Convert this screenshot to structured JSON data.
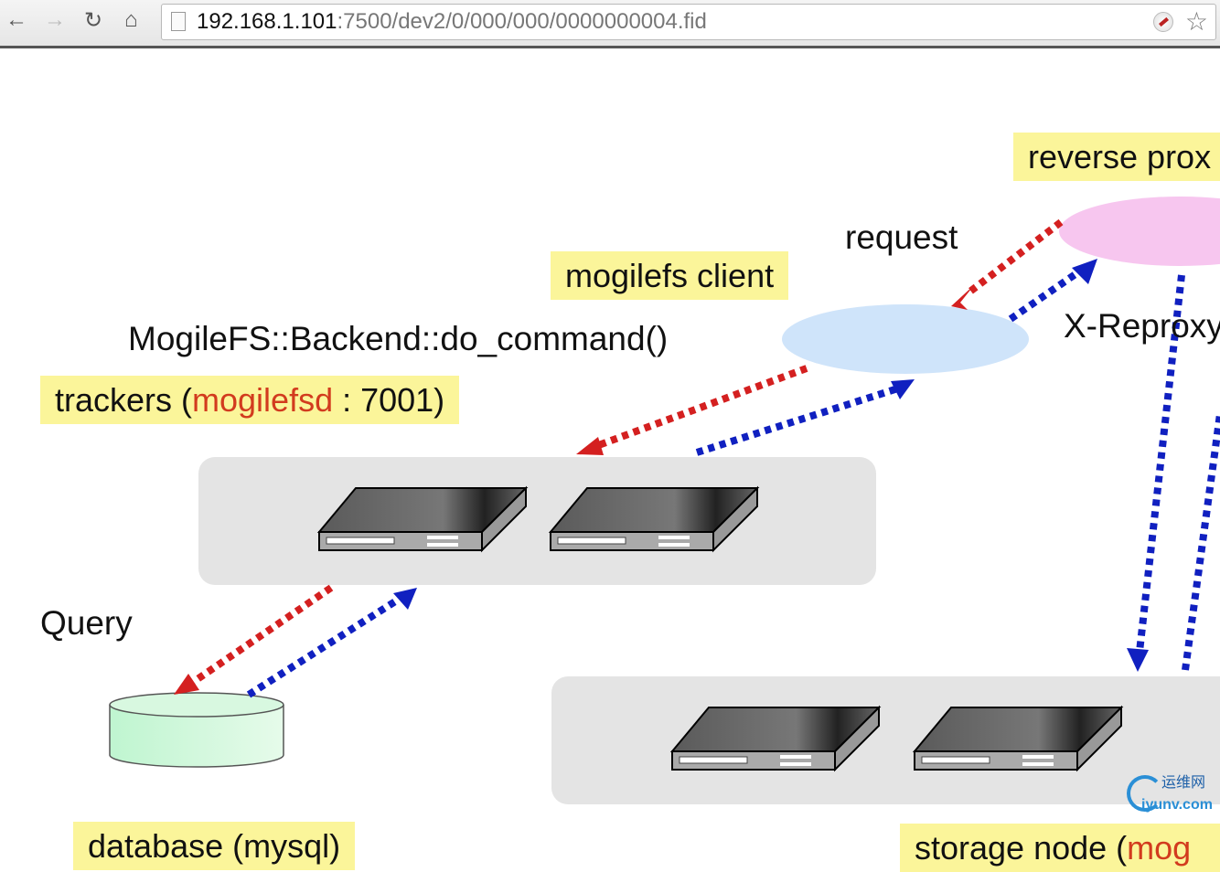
{
  "browser": {
    "back_icon": "arrow-left-icon",
    "forward_icon": "arrow-right-icon",
    "reload_icon": "reload-icon",
    "home_icon": "home-icon",
    "url_host": "192.168.1.101",
    "url_rest": ":7500/dev2/0/000/000/0000000004.fid",
    "bookmark_icon": "star-icon"
  },
  "diagram": {
    "reverse_proxy": "reverse prox",
    "request": "request",
    "mogilefs_client": "mogilefs client",
    "do_command": "MogileFS::Backend::do_command()",
    "trackers_prefix": "trackers (",
    "trackers_daemon": "mogilefsd",
    "trackers_suffix": " : 7001)",
    "x_reproxy": "X-Reproxy",
    "query": "Query",
    "database": "database (mysql)",
    "storage_prefix": "storage node (",
    "storage_daemon": "mog",
    "colors": {
      "request_arrow": "#d42020",
      "response_arrow": "#1020c0",
      "label_bg": "#fbf59a",
      "daemon_text": "#d23b1e"
    }
  },
  "watermark": {
    "cn": "运维网",
    "en": "iyunv.com"
  }
}
